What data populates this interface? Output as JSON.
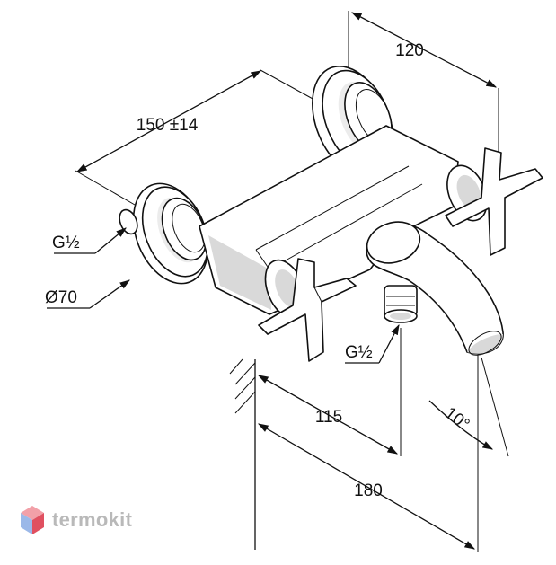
{
  "dimensions": {
    "width_top": "120",
    "spacing": "150 ±14",
    "projection_short": "115",
    "projection_long": "180",
    "angle": "10°"
  },
  "callouts": {
    "inlet_thread": "G½",
    "rosette_diameter": "Ø70",
    "outlet_thread": "G½"
  },
  "brand": {
    "name": "termokit",
    "logo_colors": [
      "#f2a0a8",
      "#9bb8e8",
      "#e05060"
    ]
  }
}
